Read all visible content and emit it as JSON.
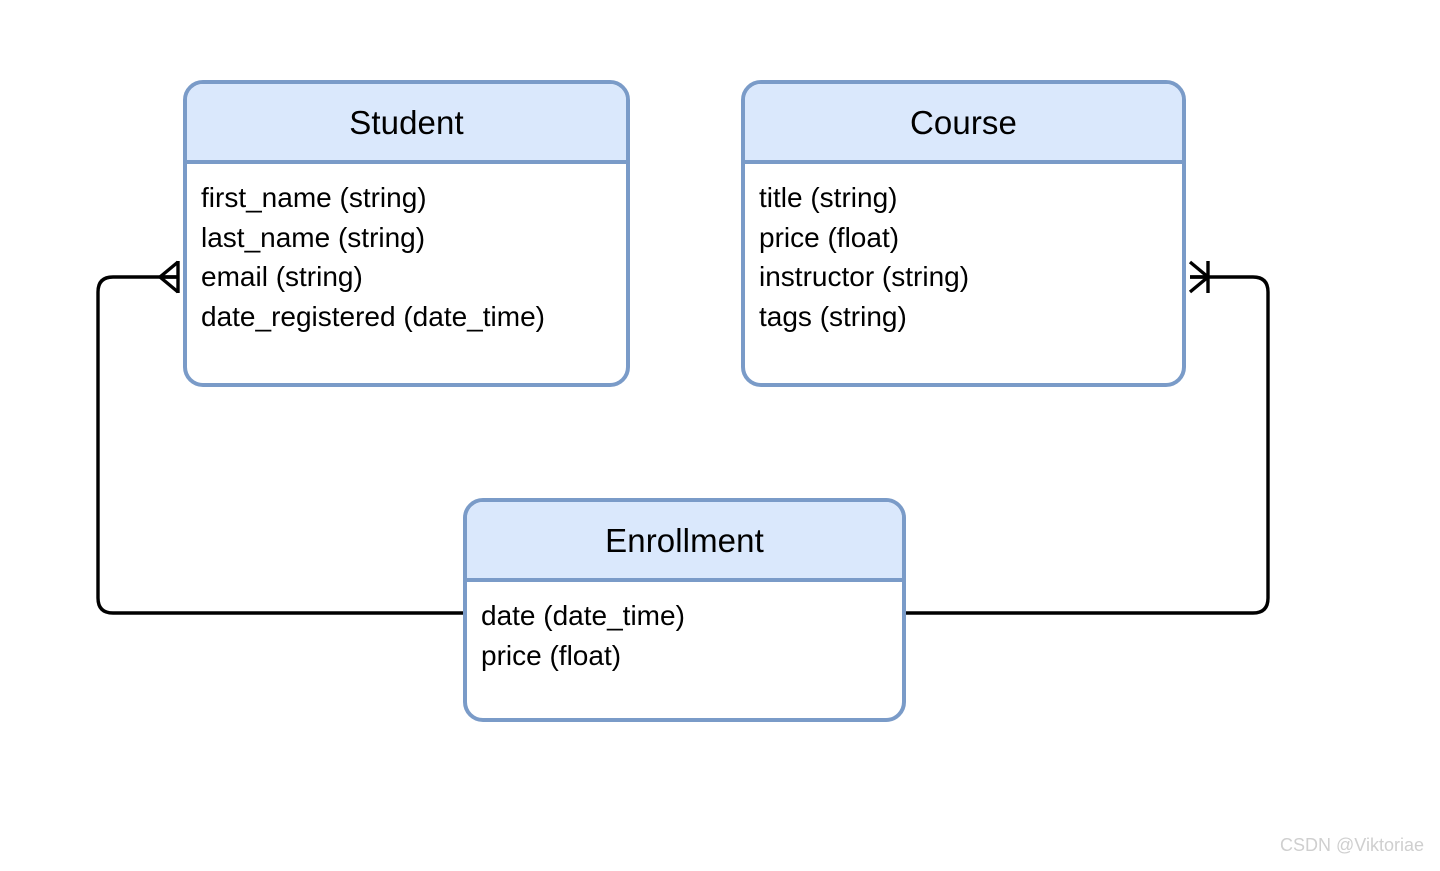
{
  "diagram": {
    "type": "entity-relationship-diagram",
    "background_color": "#ffffff",
    "entity_header_color": "#dae8fc",
    "entity_border_color": "#7a9bc8",
    "connector_color": "#000000",
    "entities": [
      {
        "id": "student",
        "name": "Student",
        "attributes": [
          "first_name (string)",
          "last_name (string)",
          "email (string)",
          "date_registered (date_time)"
        ]
      },
      {
        "id": "course",
        "name": "Course",
        "attributes": [
          "title (string)",
          "price (float)",
          "instructor (string)",
          "tags (string)"
        ]
      },
      {
        "id": "enrollment",
        "name": "Enrollment",
        "attributes": [
          "date (date_time)",
          "price (float)"
        ]
      }
    ],
    "relationships": [
      {
        "id": "student-enrollment",
        "from": "Student",
        "to": "Enrollment",
        "from_cardinality": "many",
        "to_cardinality": "one",
        "from_marker": "crows-foot",
        "to_marker": "none"
      },
      {
        "id": "course-enrollment",
        "from": "Course",
        "to": "Enrollment",
        "from_cardinality": "many",
        "to_cardinality": "one",
        "from_marker": "crows-foot",
        "to_marker": "none"
      }
    ]
  },
  "watermark": {
    "text": "CSDN @Viktoriae",
    "color": "#cfcfcf"
  }
}
